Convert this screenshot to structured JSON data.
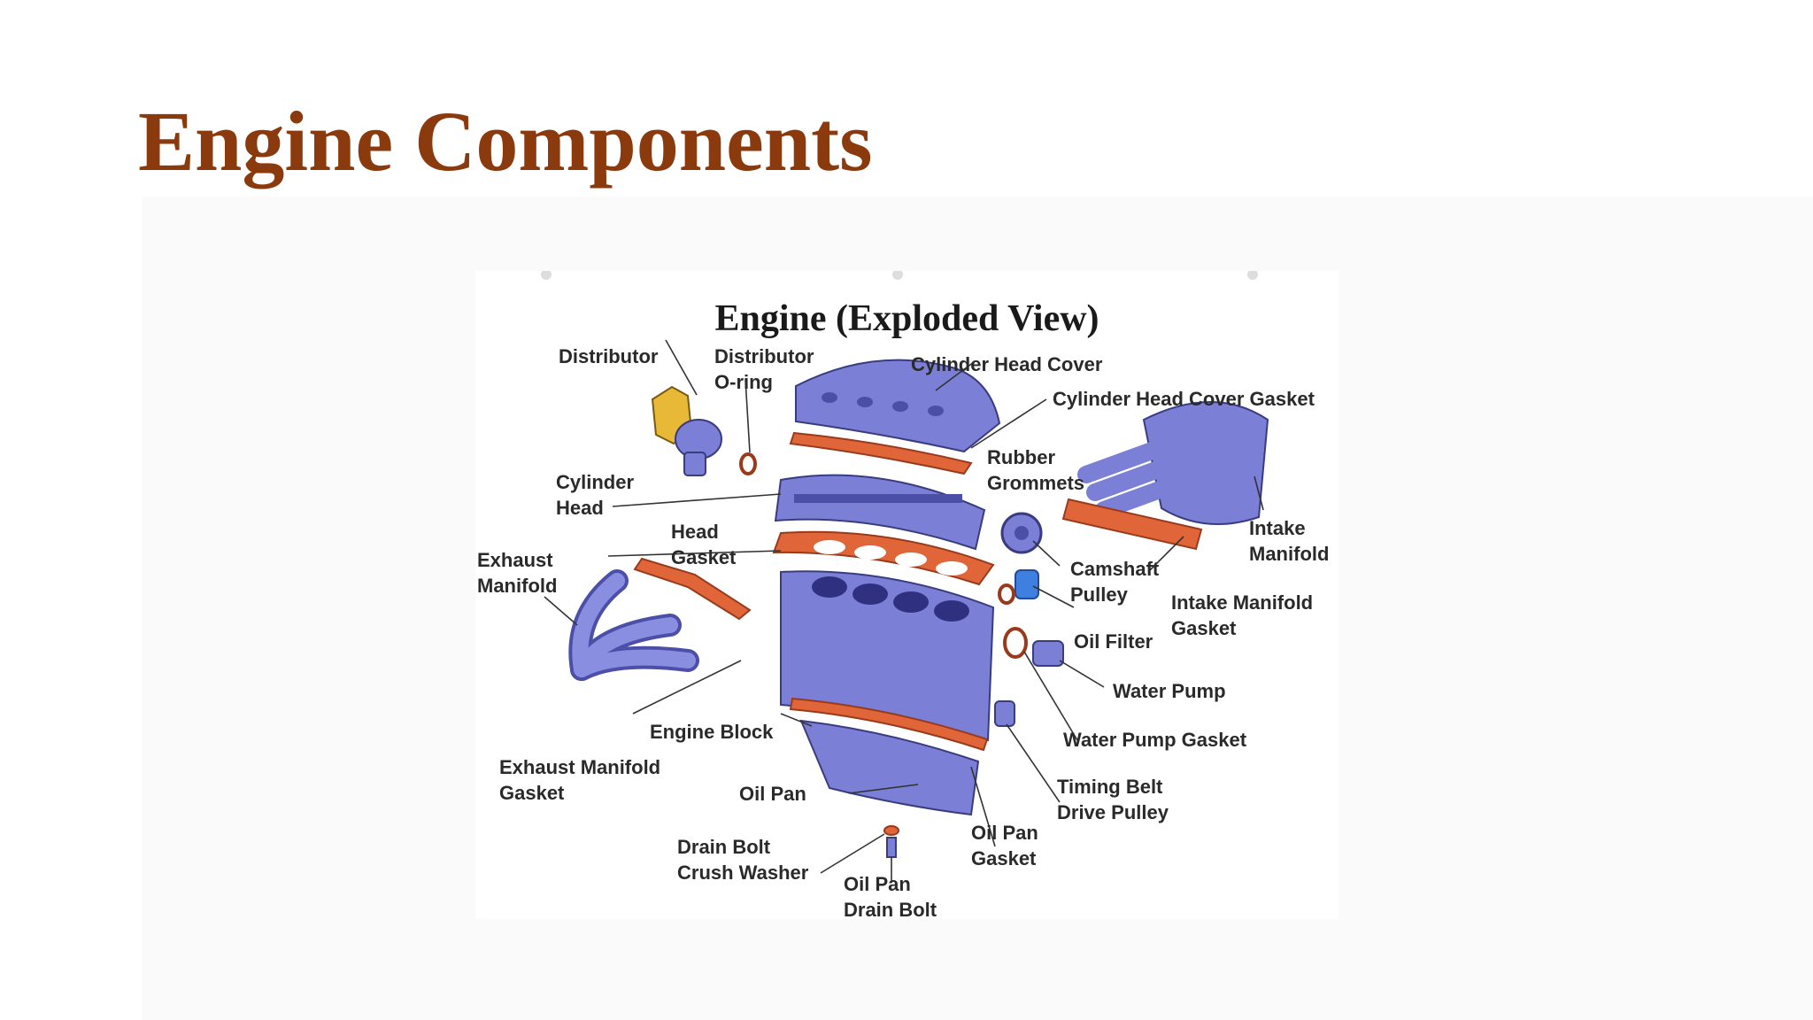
{
  "slide": {
    "title": "Engine Components",
    "title_color": "#8B3A0E"
  },
  "diagram": {
    "title": "Engine (Exploded View)",
    "colors": {
      "part_blue": "#7B7FD6",
      "part_blue_dark": "#4C4FA8",
      "gasket_orange": "#E0663A",
      "gasket_outline": "#9A3A1C",
      "filter_blue": "#3F7FE0",
      "distributor_yellow": "#E8B936",
      "leader_line": "#333333"
    },
    "labels": {
      "distributor": "Distributor",
      "distributor_oring": [
        "Distributor",
        "O-ring"
      ],
      "cylinder_head_cover": "Cylinder Head Cover",
      "cylinder_head_cover_gasket": "Cylinder Head Cover Gasket",
      "rubber_grommets": [
        "Rubber",
        "Grommets"
      ],
      "cylinder_head": [
        "Cylinder",
        "Head"
      ],
      "intake_manifold": [
        "Intake",
        "Manifold"
      ],
      "head_gasket": [
        "Head",
        "Gasket"
      ],
      "exhaust_manifold": [
        "Exhaust",
        "Manifold"
      ],
      "camshaft_pulley": [
        "Camshaft",
        "Pulley"
      ],
      "intake_manifold_gasket": [
        "Intake Manifold",
        "Gasket"
      ],
      "oil_filter": "Oil Filter",
      "water_pump": "Water Pump",
      "engine_block": "Engine Block",
      "water_pump_gasket": "Water Pump Gasket",
      "exhaust_manifold_gasket": [
        "Exhaust Manifold",
        "Gasket"
      ],
      "oil_pan": "Oil Pan",
      "timing_belt_drive_pulley": [
        "Timing Belt",
        "Drive Pulley"
      ],
      "oil_pan_gasket": [
        "Oil Pan",
        "Gasket"
      ],
      "drain_bolt_crush_washer": [
        "Drain Bolt",
        "Crush Washer"
      ],
      "oil_pan_drain_bolt": [
        "Oil Pan",
        "Drain Bolt"
      ]
    }
  }
}
